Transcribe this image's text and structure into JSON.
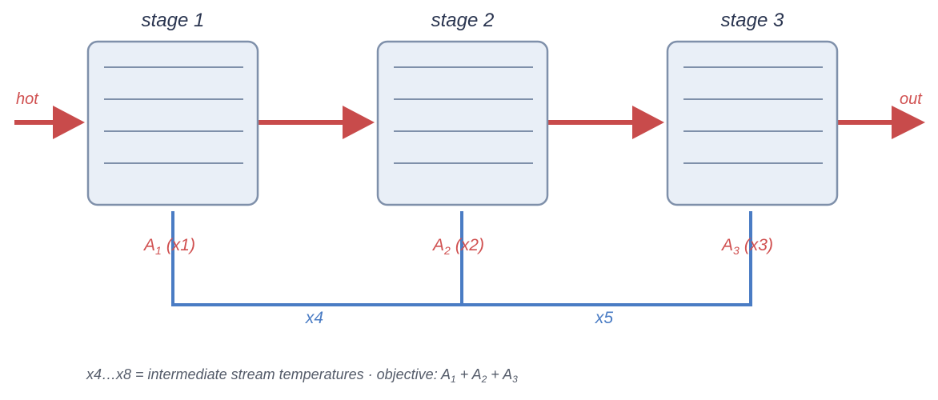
{
  "stages": [
    {
      "title": "stage 1",
      "area": {
        "base": "A",
        "sub": "1",
        "var": "(x1)"
      }
    },
    {
      "title": "stage 2",
      "area": {
        "base": "A",
        "sub": "2",
        "var": "(x2)"
      }
    },
    {
      "title": "stage 3",
      "area": {
        "base": "A",
        "sub": "3",
        "var": "(x3)"
      }
    }
  ],
  "flow": {
    "in_label": "hot",
    "out_label": "out"
  },
  "connectors": [
    {
      "label": "x4"
    },
    {
      "label": "x5"
    }
  ],
  "footnote": {
    "prefix": "x4…x8 = intermediate stream temperatures · objective: ",
    "terms": [
      {
        "base": "A",
        "sub": "1"
      },
      {
        "base": "A",
        "sub": "2"
      },
      {
        "base": "A",
        "sub": "3"
      }
    ],
    "joiner": " + "
  },
  "colors": {
    "hot_stream": "#c84b4b",
    "connector": "#4a7cc4",
    "stage_fill": "#e9eff7",
    "stage_stroke": "#7f90aa"
  }
}
